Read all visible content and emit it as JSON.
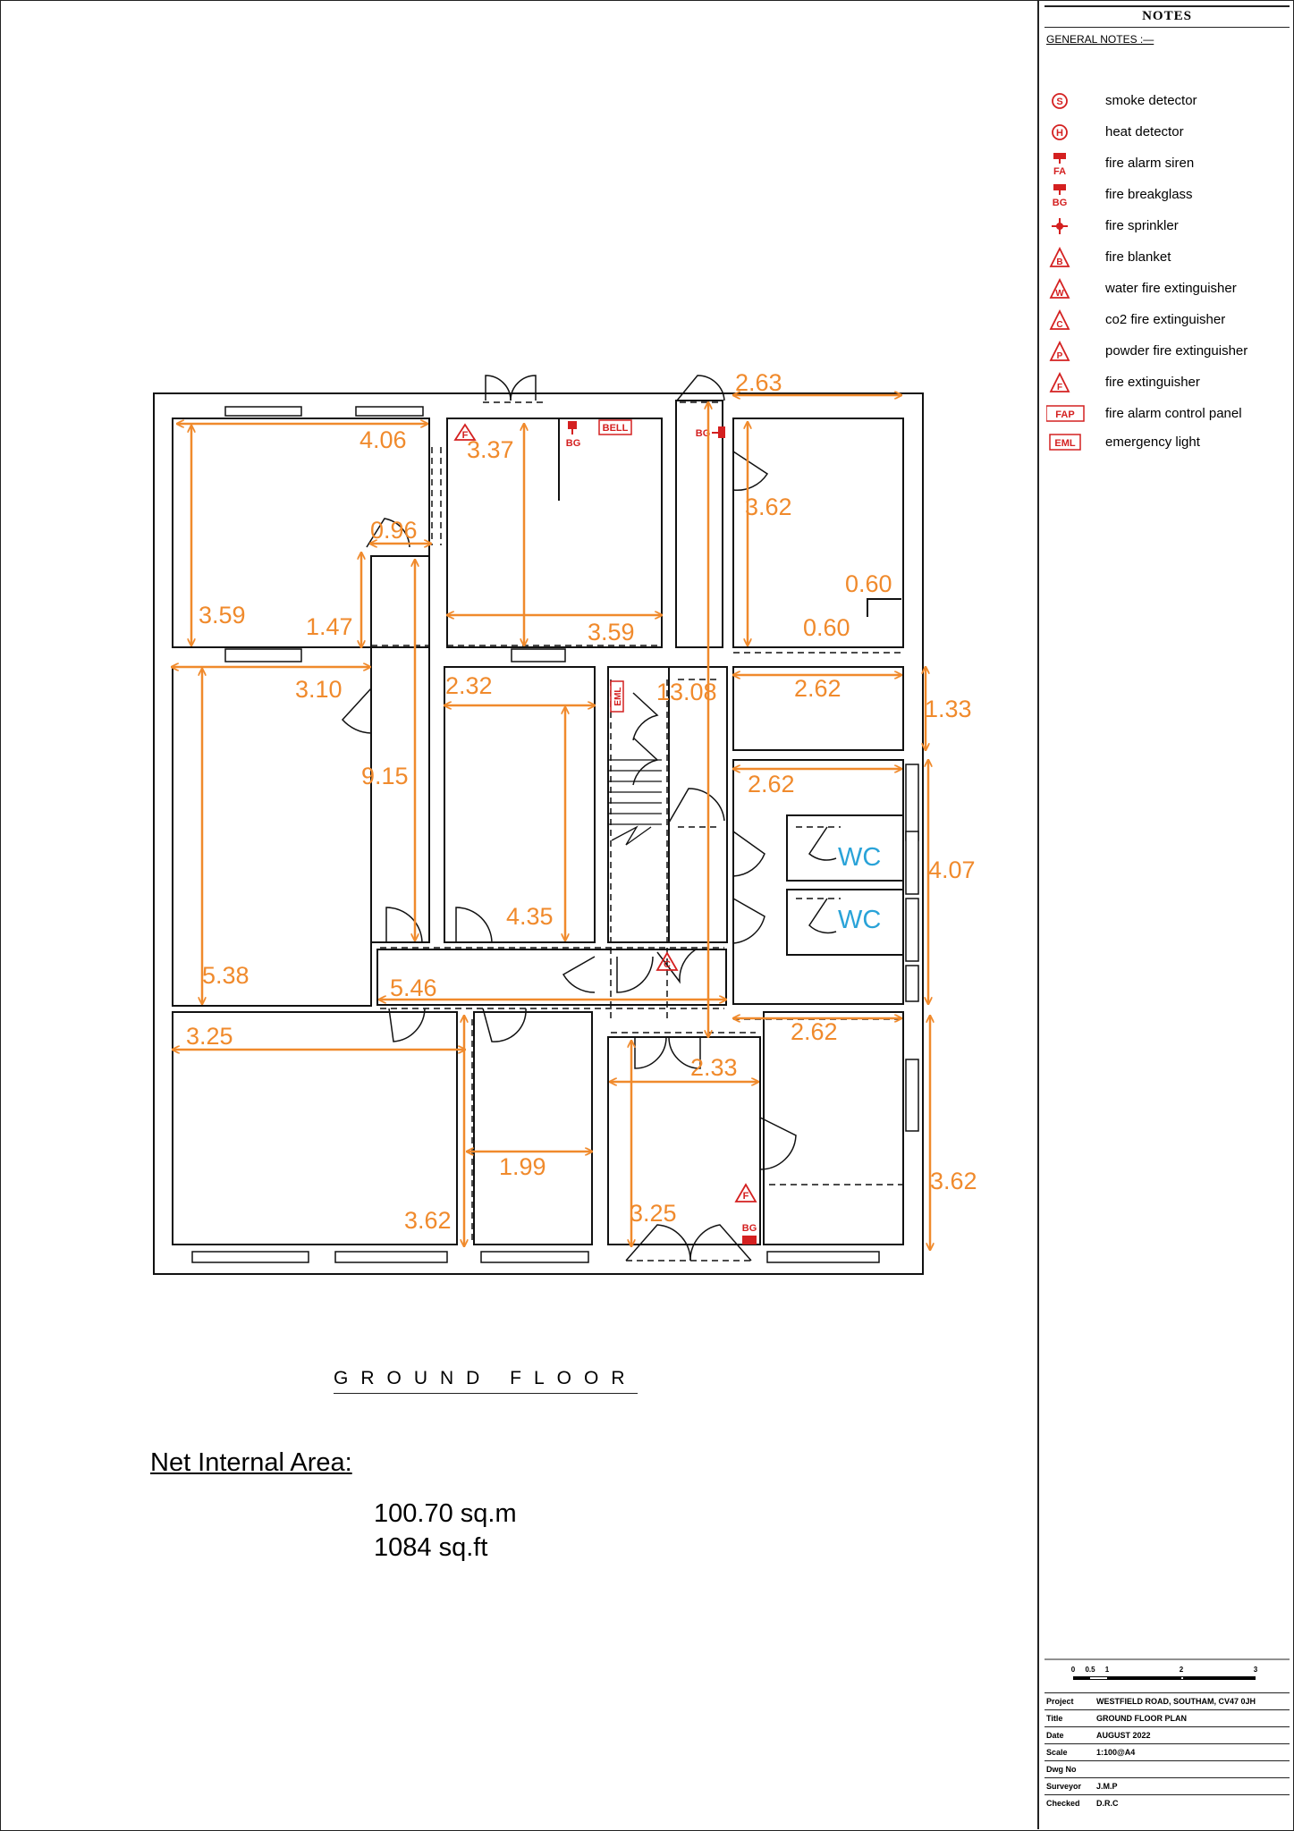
{
  "notes": {
    "title": "NOTES",
    "general_notes": "GENERAL NOTES :—",
    "legend": [
      {
        "icon": "smoke-detector-icon",
        "symbol": "S",
        "label": "smoke detector"
      },
      {
        "icon": "heat-detector-icon",
        "symbol": "H",
        "label": "heat detector"
      },
      {
        "icon": "fire-alarm-siren-icon",
        "symbol": "FA",
        "label": "fire alarm siren"
      },
      {
        "icon": "fire-breakglass-icon",
        "symbol": "BG",
        "label": "fire breakglass"
      },
      {
        "icon": "fire-sprinkler-icon",
        "symbol": "",
        "label": "fire sprinkler"
      },
      {
        "icon": "fire-blanket-icon",
        "symbol": "B",
        "label": "fire blanket"
      },
      {
        "icon": "water-extinguisher-icon",
        "symbol": "W",
        "label": "water fire extinguisher"
      },
      {
        "icon": "co2-extinguisher-icon",
        "symbol": "C",
        "label": "co2 fire extinguisher"
      },
      {
        "icon": "powder-extinguisher-icon",
        "symbol": "P",
        "label": "powder fire extinguisher"
      },
      {
        "icon": "fire-extinguisher-icon",
        "symbol": "F",
        "label": "fire extinguisher"
      },
      {
        "icon": "fire-alarm-panel-icon",
        "symbol": "FAP",
        "label": "fire alarm control panel"
      },
      {
        "icon": "emergency-light-icon",
        "symbol": "EML",
        "label": "emergency light"
      }
    ]
  },
  "scale_bar": {
    "ticks": [
      "0",
      "0.5",
      "1",
      "2",
      "3"
    ]
  },
  "title_block": [
    {
      "key": "Project",
      "value": "WESTFIELD ROAD, SOUTHAM, CV47 0JH"
    },
    {
      "key": "Title",
      "value": "GROUND FLOOR PLAN"
    },
    {
      "key": "Date",
      "value": "AUGUST 2022"
    },
    {
      "key": "Scale",
      "value": "1:100@A4"
    },
    {
      "key": "Dwg No",
      "value": ""
    },
    {
      "key": "Surveyor",
      "value": "J.M.P"
    },
    {
      "key": "Checked",
      "value": "D.R.C"
    }
  ],
  "plan": {
    "floor_title": "GROUND FLOOR",
    "area_label": "Net Internal Area:",
    "area_sqm": "100.70 sq.m",
    "area_sqft": "1084 sq.ft",
    "dimensions": [
      "4.06",
      "3.59",
      "0.96",
      "1.47",
      "3.37",
      "3.59",
      "2.63",
      "3.62",
      "0.60",
      "0.60",
      "3.10",
      "2.32",
      "13.08",
      "2.62",
      "1.33",
      "9.15",
      "2.62",
      "4.07",
      "4.35",
      "5.38",
      "5.46",
      "2.62",
      "3.25",
      "2.33",
      "1.99",
      "3.62",
      "3.25",
      "3.62"
    ],
    "room_labels": [
      "WC",
      "WC"
    ],
    "symbols": {
      "bell": "BELL",
      "breakglass": "BG",
      "emergency_light": "EML",
      "extinguisher": "F",
      "co2": "C"
    }
  },
  "colors": {
    "dimension": "#f08a2c",
    "fire_symbol": "#d42020",
    "wc_label": "#2aa3d8",
    "wall": "#111111"
  }
}
